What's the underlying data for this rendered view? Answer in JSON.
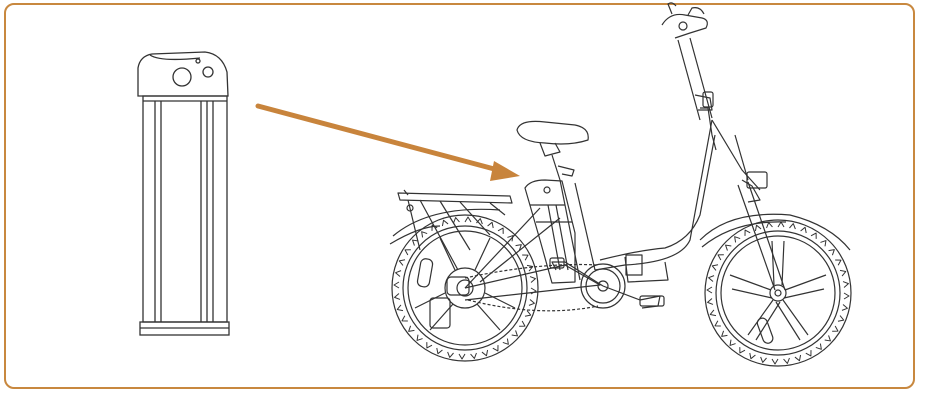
{
  "diagram": {
    "nodes": [
      {
        "id": "battery",
        "icon": "battery-pack-icon"
      },
      {
        "id": "ebike",
        "icon": "folding-ebike-icon"
      }
    ],
    "edges": [
      {
        "from": "battery",
        "to": "ebike",
        "icon": "insert-arrow-icon"
      }
    ]
  },
  "colors": {
    "frame": "#c8883f",
    "arrow": "#c8843c",
    "line_art": "#333333"
  }
}
